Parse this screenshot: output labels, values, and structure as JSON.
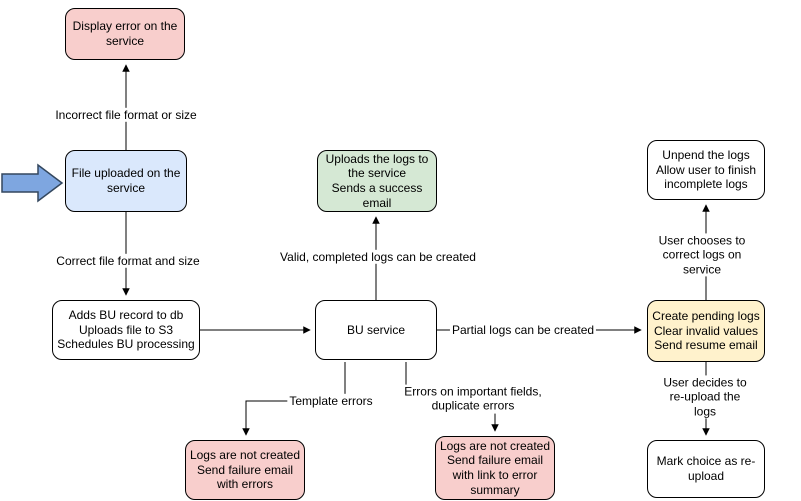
{
  "diagram": {
    "nodes": {
      "display_error": {
        "label": "Display error on the service"
      },
      "file_uploaded": {
        "label": "File uploaded on the service"
      },
      "adds_bu": {
        "label": "Adds BU record to db\nUploads file to S3\nSchedules BU processing"
      },
      "bu_service": {
        "label": "BU service"
      },
      "uploads_logs": {
        "label": "Uploads the logs to the service\nSends a success email"
      },
      "unpend_logs": {
        "label": "Unpend the logs\nAllow user to finish incomplete logs"
      },
      "create_pending": {
        "label": "Create pending logs\nClear invalid values\nSend resume email"
      },
      "mark_reupload": {
        "label": "Mark choice as re-upload"
      },
      "fail_template": {
        "label": "Logs are not created\nSend failure email with errors"
      },
      "fail_fields": {
        "label": "Logs are not created\nSend failure email with link to error summary"
      }
    },
    "edge_labels": {
      "incorrect_format": "Incorrect file format or size",
      "correct_format": "Correct file format and size",
      "valid_completed": "Valid, completed logs can be created",
      "partial_logs": "Partial logs can be created",
      "user_corrects": "User chooses to correct logs on service",
      "user_reuploads": "User decides to re-upload the logs",
      "template_errors": "Template errors",
      "field_errors": "Errors on important fields,\nduplicate errors"
    },
    "icons": {
      "entry_arrow": "block-arrow-right"
    },
    "colors": {
      "error_fill": "#f8cecc",
      "input_fill": "#dae8fc",
      "success_fill": "#d5e8d4",
      "pending_fill": "#fff2cc",
      "process_fill": "#ffffff",
      "entry_arrow_fill": "#7ea6e0",
      "entry_arrow_stroke": "#33475e",
      "line": "#000000"
    }
  }
}
